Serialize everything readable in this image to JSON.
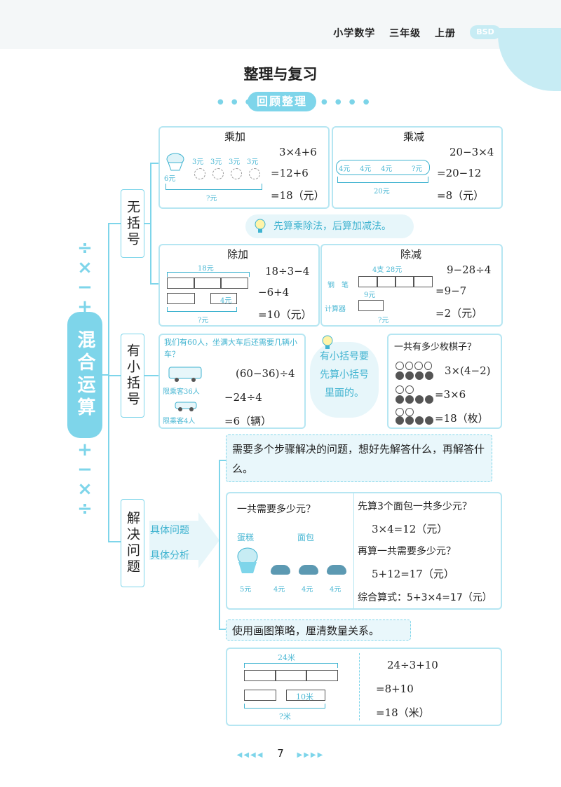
{
  "header": {
    "subject": "小学数学",
    "grade": "三年级",
    "volume": "上册",
    "badge": "BSD"
  },
  "title": "整理与复习",
  "section_pill": "回顾整理",
  "main_label": "混合运算",
  "ops_top": [
    "÷",
    "×",
    "−",
    "+"
  ],
  "ops_bottom": [
    "+",
    "−",
    "×",
    "÷"
  ],
  "cat": {
    "no_paren": "无括号",
    "has_paren": "有小括号",
    "solve": "解决问题"
  },
  "cheng_jia": {
    "title": "乘加",
    "l_price": "3元",
    "cake_price": "6元",
    "question": "?元",
    "eq1": "3×4+6",
    "eq2": "=12+6",
    "eq3": "=18（元）"
  },
  "cheng_jian": {
    "title": "乘减",
    "coins": [
      "4元",
      "4元",
      "4元",
      "?元"
    ],
    "total": "20元",
    "eq1": "20−3×4",
    "eq2": "=20−12",
    "eq3": "=8（元）"
  },
  "hint1": "先算乘除法，后算加减法。",
  "chu_jia": {
    "title": "除加",
    "top": "18元",
    "bottom": "4元",
    "question": "?元",
    "eq1": "18÷3−4",
    "eq2": "−6+4",
    "eq3": "=10（元）"
  },
  "chu_jian": {
    "title": "除减",
    "top": "4支 28元",
    "pen": "钢　笔",
    "calc_price": "9元",
    "calc": "计算器",
    "question": "?元",
    "eq1": "9−28÷4",
    "eq2": "=9−7",
    "eq3": "=2（元）"
  },
  "paren_left": {
    "q": "我们有60人，坐满大车后还需要几辆小车？",
    "bus": "限乘客36人",
    "car": "限乘客4人",
    "eq1": "(60−36)÷4",
    "eq2": "−24÷4",
    "eq3": "=6（辆）"
  },
  "hint2": "有小括号要先算小括号里面的。",
  "paren_right": {
    "q": "一共有多少枚棋子？",
    "eq1": "3×(4−2)",
    "eq2": "=3×6",
    "eq3": "=18（枚）"
  },
  "solve": {
    "arrow1": "具体问题",
    "arrow2": "具体分析",
    "tip1": "需要多个步骤解决的问题，想好先解答什么，再解答什么。",
    "q": "一共需要多少元？",
    "cake_label": "蛋糕",
    "bread_label": "面包",
    "prices": [
      "5元",
      "4元",
      "4元",
      "4元"
    ],
    "s1": "先算3个面包一共多少元？",
    "s2": "3×4=12（元）",
    "s3": "再算一共需要多少元？",
    "s4": "5+12=17（元）",
    "s5": "综合算式：5+3×4=17（元）",
    "tip2": "使用画图策略，厘清数量关系。",
    "seg_top": "24米",
    "seg_part": "10米",
    "seg_q": "?米",
    "e1": "24÷3+10",
    "e2": "=8+10",
    "e3": "=18（米）"
  },
  "page_number": "7",
  "colors": {
    "accent": "#7ed5ea",
    "border": "#b6e6f2",
    "hint_text": "#3fb3d0"
  }
}
